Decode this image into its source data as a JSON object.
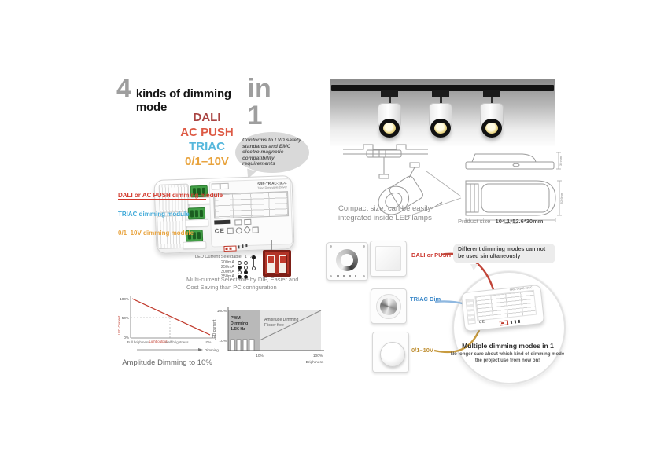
{
  "title": {
    "num": "4",
    "middle": "kinds of dimming mode",
    "tail": "in 1"
  },
  "modes": [
    {
      "label": "DALI",
      "color": "#a94442"
    },
    {
      "label": "AC PUSH",
      "color": "#dd5a45"
    },
    {
      "label": "TRIAC",
      "color": "#56b7dc"
    },
    {
      "label": "0/1–10V",
      "color": "#e8a33d"
    }
  ],
  "compliance_bubble": "Conforms to LVD safety standards and EMC electro magnetic compatibility requirements",
  "driver": {
    "model": "SRP-TRIAC-10CC",
    "type": "Triac Dimmable Driver",
    "ce": "CE"
  },
  "module_labels": [
    {
      "text": "DALI or AC PUSH dimming module",
      "color": "#d23b2f"
    },
    {
      "text": "TRIAC dimming module",
      "color": "#3fa9d8"
    },
    {
      "text": "0/1–10V dimming module",
      "color": "#e8a33d"
    }
  ],
  "current_select": {
    "title": "LED Current Selectable",
    "cols": [
      "1",
      "2"
    ],
    "rows": [
      {
        "label": "200mA",
        "sw": [
          "off",
          "off"
        ]
      },
      {
        "label": "250mA",
        "sw": [
          "on",
          "off"
        ]
      },
      {
        "label": "300mA",
        "sw": [
          "off",
          "on"
        ]
      },
      {
        "label": "350mA",
        "sw": [
          "on",
          "on"
        ]
      }
    ]
  },
  "dip_note": "Multi-current Selectable by DIP, Easier and Cost Saving than PC configuration",
  "chart_data": [
    {
      "type": "line",
      "title": "Amplitude Dimming to 10%",
      "ylabel": "LED Current",
      "ylim": [
        0,
        100
      ],
      "yticks": [
        "100%",
        "50%",
        "0%"
      ],
      "xticks": [
        "Full brightness",
        "Half brightness",
        "10%"
      ],
      "xarrow_label": "Dimming",
      "series": [
        {
          "name": "Light output",
          "points_pct": [
            [
              0,
              100
            ],
            [
              50,
              50
            ],
            [
              100,
              8
            ]
          ]
        }
      ]
    },
    {
      "type": "area",
      "ylabel": "LED current",
      "xlabel": "Brightness",
      "yticks": [
        "100%",
        "10%"
      ],
      "xticks": [
        "10%",
        "100%"
      ],
      "regions": [
        {
          "label_lines": [
            "PWM",
            "Dimming",
            "1.5K Hz"
          ],
          "x_range_pct": [
            0,
            10
          ]
        },
        {
          "label_lines": [
            "Amplitude Dimming",
            "Flicker free"
          ],
          "x_range_pct": [
            10,
            100
          ]
        }
      ],
      "diagonal": {
        "from_pct": [
          10,
          10
        ],
        "to_pct": [
          100,
          100
        ]
      }
    }
  ],
  "compact_note": "Compact size, can be easily integrated inside LED lamps",
  "product_size": {
    "label": "Product size :",
    "value": "104.1*52.6*30mm"
  },
  "dimensions": {
    "length": "104.1 mm",
    "width": "52.6mm",
    "height": "30 mm"
  },
  "dimmer_labels": [
    {
      "text": "DALI or PUSH",
      "color": "#cc3b33"
    },
    {
      "text": "TRIAC  Dim",
      "color": "#3a87c8"
    },
    {
      "text": "0/1–10V",
      "color": "#c09136"
    }
  ],
  "warning_note": "Different dimming modes can not be used simultaneously",
  "highlight_circle": {
    "title": "Multiple dimming modes in 1",
    "subtitle": "No longer care about which kind of dimming mode the project use from now on!"
  }
}
